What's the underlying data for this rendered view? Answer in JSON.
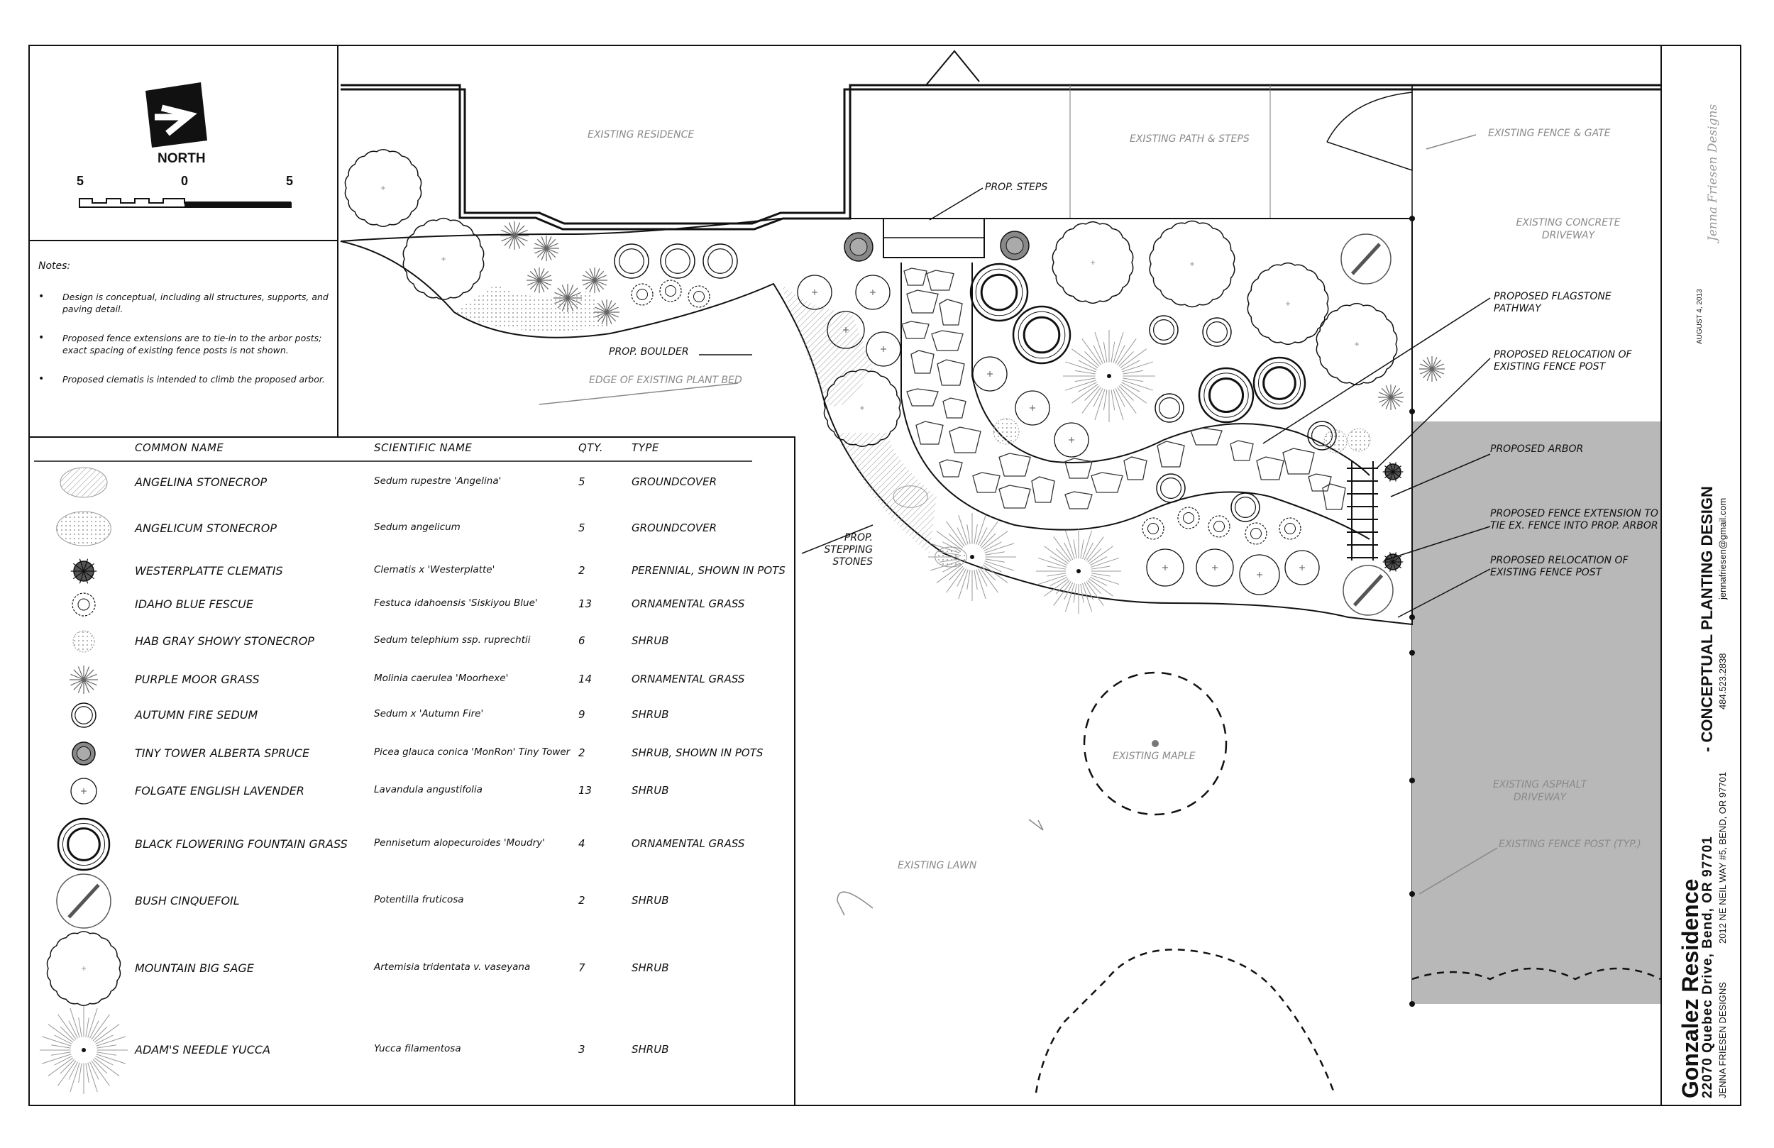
{
  "north": {
    "label": "NORTH",
    "scale_left": "5",
    "scale_mid": "0",
    "scale_right": "5"
  },
  "notes": {
    "title": "Notes:",
    "items": [
      "Design is conceptual, including all structures, supports, and paving detail.",
      "Proposed fence extensions are to tie-in to the arbor posts; exact spacing of existing fence posts is not shown.",
      "Proposed clematis is intended to climb the proposed arbor."
    ]
  },
  "legend": {
    "headers": {
      "common": "COMMON NAME",
      "scientific": "SCIENTIFIC NAME",
      "qty": "QTY.",
      "type": "TYPE"
    },
    "rows": [
      {
        "common": "ANGELINA STONECROP",
        "scientific": "Sedum rupestre 'Angelina'",
        "qty": "5",
        "type": "GROUNDCOVER",
        "icon": "angelina-stonecrop-icon"
      },
      {
        "common": "ANGELICUM STONECROP",
        "scientific": "Sedum angelicum",
        "qty": "5",
        "type": "GROUNDCOVER",
        "icon": "angelicum-stonecrop-icon"
      },
      {
        "common": "WESTERPLATTE CLEMATIS",
        "scientific": "Clematis x 'Westerplatte'",
        "qty": "2",
        "type": "PERENNIAL, SHOWN IN POTS",
        "icon": "clematis-icon"
      },
      {
        "common": "IDAHO BLUE FESCUE",
        "scientific": "Festuca idahoensis 'Siskiyou Blue'",
        "qty": "13",
        "type": "ORNAMENTAL GRASS",
        "icon": "fescue-icon"
      },
      {
        "common": "HAB GRAY SHOWY STONECROP",
        "scientific": "Sedum telephium ssp. ruprechtii",
        "qty": "6",
        "type": "SHRUB",
        "icon": "showy-stonecrop-icon"
      },
      {
        "common": "PURPLE MOOR GRASS",
        "scientific": "Molinia caerulea 'Moorhexe'",
        "qty": "14",
        "type": "ORNAMENTAL GRASS",
        "icon": "moor-grass-icon"
      },
      {
        "common": "AUTUMN FIRE SEDUM",
        "scientific": "Sedum x 'Autumn Fire'",
        "qty": "9",
        "type": "SHRUB",
        "icon": "autumn-fire-icon"
      },
      {
        "common": "TINY TOWER ALBERTA SPRUCE",
        "scientific": "Picea glauca conica 'MonRon' Tiny Tower",
        "qty": "2",
        "type": "SHRUB, SHOWN IN POTS",
        "icon": "spruce-icon"
      },
      {
        "common": "FOLGATE ENGLISH LAVENDER",
        "scientific": "Lavandula angustifolia",
        "qty": "13",
        "type": "SHRUB",
        "icon": "lavender-icon"
      },
      {
        "common": "BLACK FLOWERING FOUNTAIN GRASS",
        "scientific": "Pennisetum alopecuroides 'Moudry'",
        "qty": "4",
        "type": "ORNAMENTAL GRASS",
        "icon": "fountain-grass-icon"
      },
      {
        "common": "BUSH CINQUEFOIL",
        "scientific": "Potentilla fruticosa",
        "qty": "2",
        "type": "SHRUB",
        "icon": "cinquefoil-icon"
      },
      {
        "common": "MOUNTAIN BIG SAGE",
        "scientific": "Artemisia tridentata v. vaseyana",
        "qty": "7",
        "type": "SHRUB",
        "icon": "sage-icon"
      },
      {
        "common": "ADAM'S NEEDLE YUCCA",
        "scientific": "Yucca filamentosa",
        "qty": "3",
        "type": "SHRUB",
        "icon": "yucca-icon"
      }
    ]
  },
  "plan_labels": {
    "existing_residence": "EXISTING RESIDENCE",
    "existing_path": "EXISTING PATH & STEPS",
    "existing_fence_gate": "EXISTING FENCE & GATE",
    "existing_concrete_driveway": "EXISTING CONCRETE DRIVEWAY",
    "prop_steps": "PROP. STEPS",
    "prop_boulder": "PROP. BOULDER",
    "edge_plant_bed": "EDGE OF EXISTING PLANT BED",
    "proposed_flagstone": "PROPOSED FLAGSTONE PATHWAY",
    "proposed_relocation_1": "PROPOSED RELOCATION OF EXISTING FENCE POST",
    "proposed_arbor": "PROPOSED ARBOR",
    "proposed_fence_extension": "PROPOSED FENCE EXTENSION TO TIE EX. FENCE INTO PROP. ARBOR",
    "proposed_relocation_2": "PROPOSED RELOCATION OF EXISTING FENCE POST",
    "prop_stepping_stones": "PROP. STEPPING STONES",
    "existing_maple": "EXISTING MAPLE",
    "existing_lawn": "EXISTING LAWN",
    "existing_asphalt_driveway": "EXISTING ASPHALT DRIVEWAY",
    "existing_fence_post": "EXISTING FENCE POST (TYP.)"
  },
  "title_block": {
    "project": "Gonzalez Residence",
    "address": "22070 Quebec Drive, Bend, OR 97701",
    "sheet_title": "- CONCEPTUAL PLANTING DESIGN",
    "firm": "JENNA FRIESEN DESIGNS",
    "firm_address": "2012 NE NEIL WAY #5, BEND, OR 97701",
    "phone": "484.523.2838",
    "email": "jennafriesen@gmail.com",
    "date": "AUGUST 4, 2013",
    "signature": "Jenna Friesen Designs"
  },
  "colors": {
    "line": "#111111",
    "grey_label": "#8a8a8a",
    "asphalt": "#b8b8b8",
    "hatch": "#9a9a9a"
  }
}
